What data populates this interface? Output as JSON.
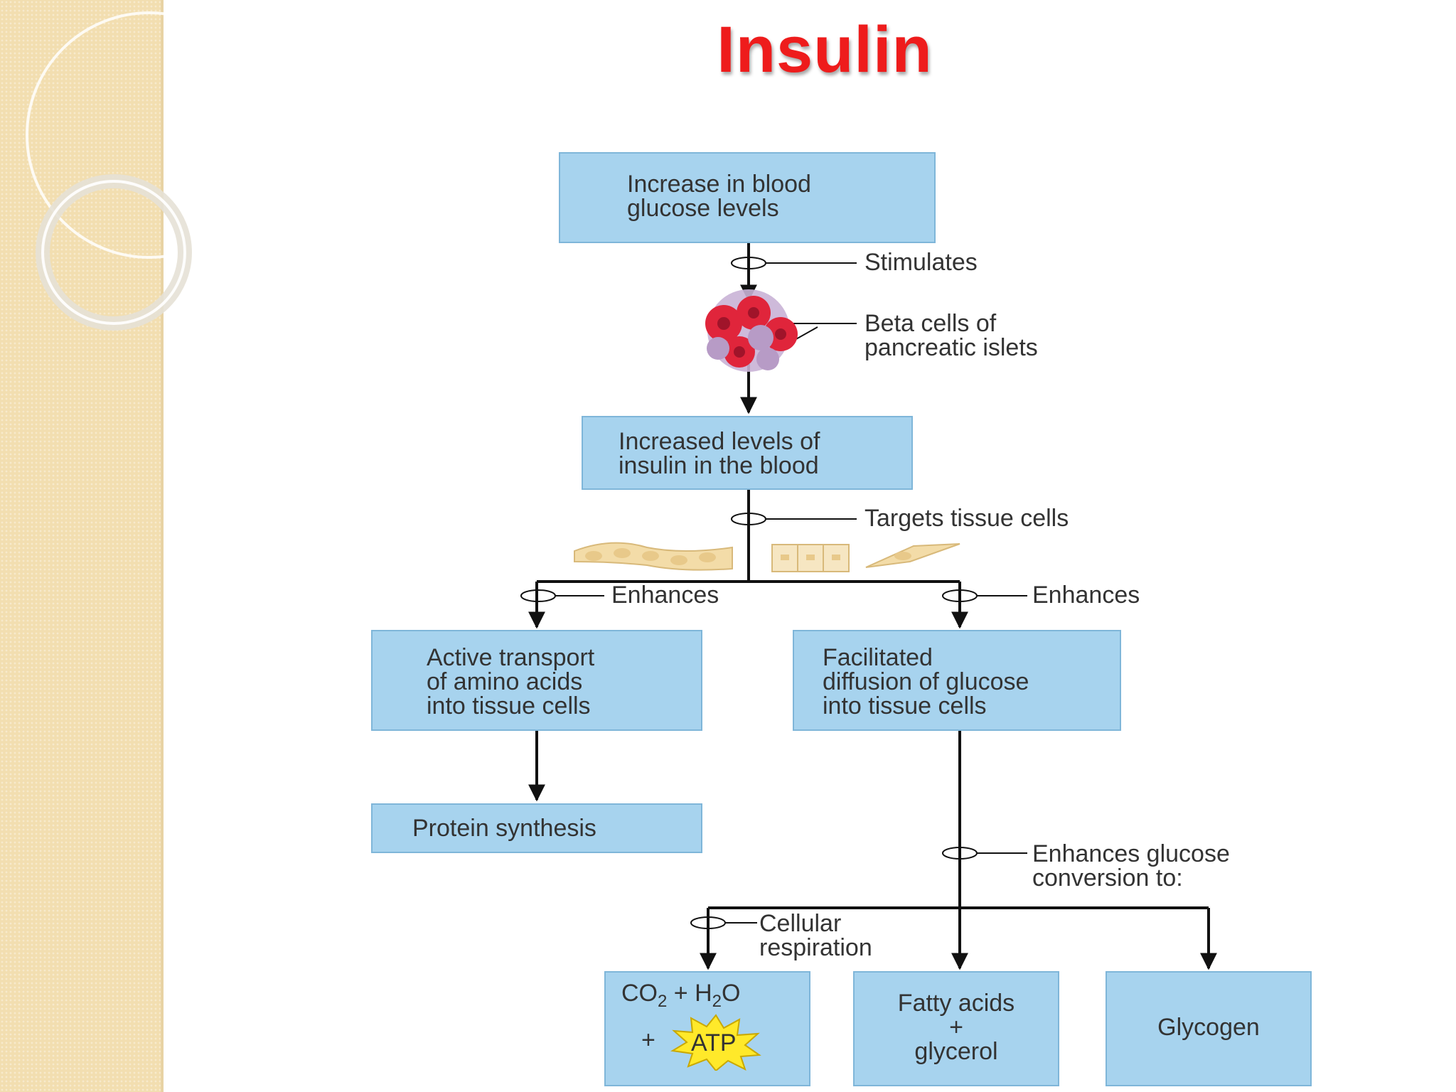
{
  "title": "Insulin",
  "boxes": {
    "glucose_increase": [
      "Increase in blood",
      "glucose levels"
    ],
    "insulin_levels": [
      "Increased levels of",
      "insulin in the blood"
    ],
    "active_transport": [
      "Active transport",
      "of amino acids",
      "into tissue cells"
    ],
    "facilitated_diffusion": [
      "Facilitated",
      "diffusion of glucose",
      "into tissue cells"
    ],
    "protein_synthesis": "Protein synthesis",
    "co2_h2o": {
      "co": "CO",
      "sub2": "2",
      "plus_h": " + H",
      "sub2b": "2",
      "o": "O",
      "plus": "+",
      "atp": "ATP"
    },
    "fatty_acids": [
      "Fatty acids",
      "+",
      "glycerol"
    ],
    "glycogen": "Glycogen"
  },
  "labels": {
    "stimulates": "Stimulates",
    "beta_cells": [
      "Beta cells of",
      "pancreatic islets"
    ],
    "targets": "Targets tissue cells",
    "enhances_left": "Enhances",
    "enhances_right": "Enhances",
    "enhances_conversion": [
      "Enhances glucose",
      "conversion to:"
    ],
    "cellular_respiration": [
      "Cellular",
      "respiration"
    ]
  },
  "colors": {
    "title": "#ee1c1c",
    "box_fill": "#a7d3ee",
    "box_border": "#7fb6d9",
    "sidebar": "#f2deb0",
    "atp_burst": "#ffe92a",
    "islet_red": "#e0253b",
    "islet_purple": "#b79bc6"
  },
  "icons": [
    "islet-cluster-icon",
    "muscle-fiber-icon",
    "fat-cells-icon",
    "liver-cells-icon",
    "atp-burst-icon"
  ]
}
